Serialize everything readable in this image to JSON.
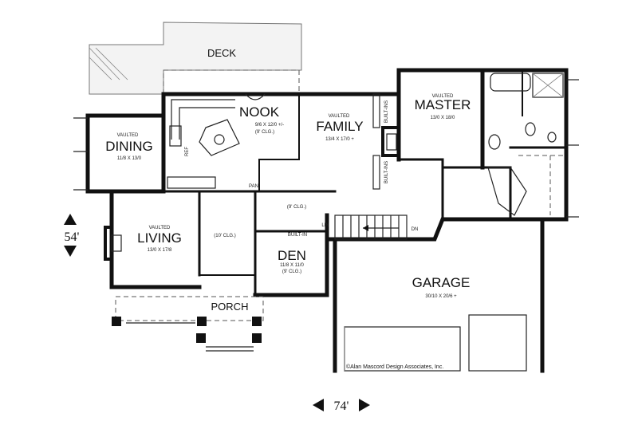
{
  "rooms": {
    "deck": {
      "name": "DECK"
    },
    "nook": {
      "name": "NOOK",
      "size": "9/6 X 12/0 +/-",
      "ceiling": "(9' CLG.)"
    },
    "family": {
      "note": "VAULTED",
      "name": "FAMILY",
      "size": "13/4 X 17/0 +"
    },
    "master": {
      "note": "VAULTED",
      "name": "MASTER",
      "size": "13/0 X 18/0"
    },
    "dining": {
      "note": "VAULTED",
      "name": "DINING",
      "size": "11/8 X 13/0"
    },
    "living": {
      "note": "VAULTED",
      "name": "LIVING",
      "size": "13/0 X 17/8"
    },
    "den": {
      "name": "DEN",
      "size": "11/8 X 11/0",
      "ceiling": "(9' CLG.)"
    },
    "garage": {
      "name": "GARAGE",
      "size": "30/10 X 20/6 +"
    },
    "porch": {
      "name": "PORCH"
    }
  },
  "labels": {
    "builtins_top": "BUILT-INS",
    "builtins_bottom": "BUILT-INS",
    "builtin": "BUILT-IN",
    "ref": "REF",
    "pan": "PAN",
    "lin": "LIN",
    "dn": "DN",
    "hall_clg": "(9' CLG.)",
    "entry_clg": "(10' CLG.)"
  },
  "dimensions": {
    "depth": "54'",
    "width": "74'"
  },
  "copyright": "©Alan Mascord Design Associates, Inc."
}
